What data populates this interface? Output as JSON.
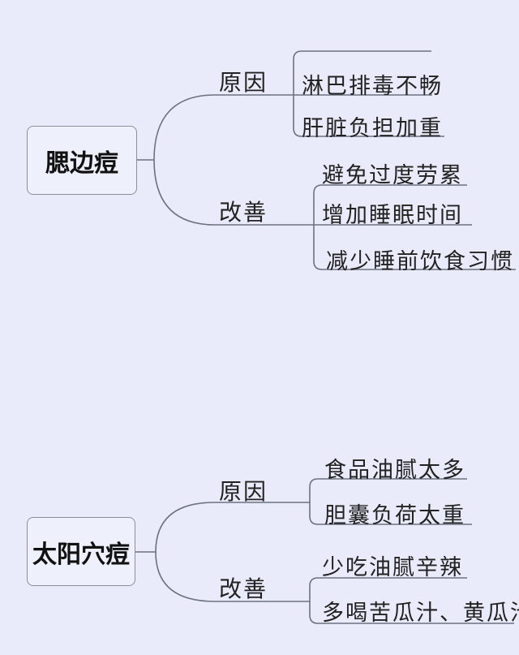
{
  "mindmaps": [
    {
      "root": "腮边痘",
      "branches": [
        {
          "label": "原因",
          "items": [
            "淋巴排毒不畅",
            "肝脏负担加重"
          ]
        },
        {
          "label": "改善",
          "items": [
            "避免过度劳累",
            "增加睡眠时间",
            "减少睡前饮食习惯"
          ]
        }
      ]
    },
    {
      "root": "太阳穴痘",
      "branches": [
        {
          "label": "原因",
          "items": [
            "食品油腻太多",
            "胆囊负荷太重"
          ]
        },
        {
          "label": "改善",
          "items": [
            "少吃油腻辛辣",
            "多喝苦瓜汁、黄瓜汁"
          ]
        }
      ]
    }
  ]
}
